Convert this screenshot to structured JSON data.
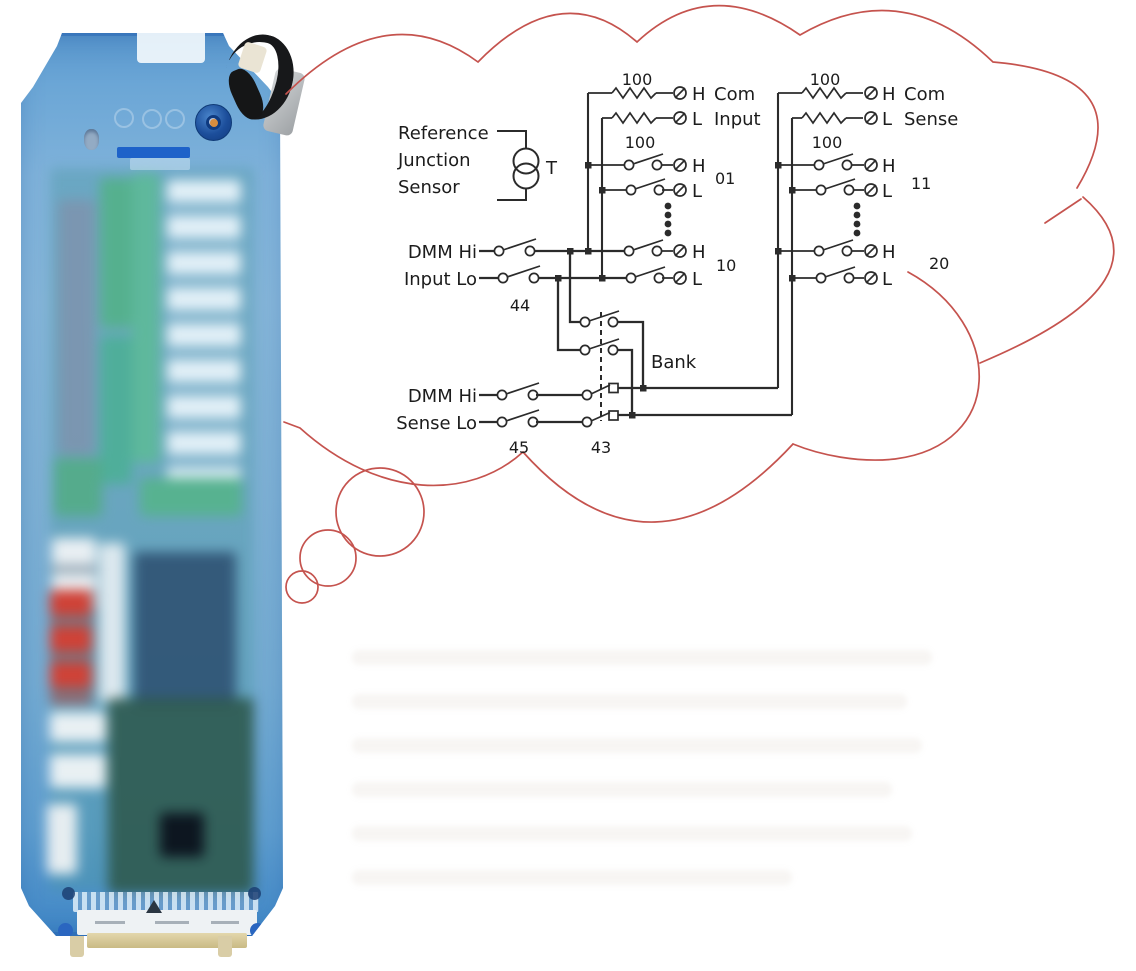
{
  "page": {
    "background_color": "#ffffff"
  },
  "module_photo": {
    "case_color": "#6ba6d6",
    "edge_color": "#2e6db8",
    "knob_color": "#1c4e9b",
    "knob_center_color": "#d78d3f",
    "label_bar_color": "#1e62c9",
    "pcb_green": "#58b093",
    "relay_white": "#e2f0f7",
    "component_red": "#cf4136",
    "latch_black": "#17181a",
    "latch_tab_cream": "#eae4d4",
    "connector_gold": "#d9cda6"
  },
  "cloud": {
    "stroke_color": "#c5534e"
  },
  "circuit": {
    "wire_color": "#2b2b2b",
    "text_color": "#1c1c1c",
    "reference_junction": {
      "line1": "Reference",
      "line2": "Junction",
      "line3": "Sensor",
      "symbol_label": "T"
    },
    "left_bank": {
      "r_top": "100",
      "r_bottom": "100",
      "com_h": "H",
      "com_word": "Com",
      "input_l": "L",
      "input_word": "Input",
      "ch01_h": "H",
      "ch01_l": "L",
      "ch01": "01",
      "ch10_h": "H",
      "ch10_l": "L",
      "ch10": "10"
    },
    "right_bank": {
      "r_top": "100",
      "r_bottom": "100",
      "com_h": "H",
      "com_word": "Com",
      "sense_l": "L",
      "sense_word": "Sense",
      "ch11_h": "H",
      "ch11_l": "L",
      "ch11": "11",
      "ch20_h": "H",
      "ch20_l": "L",
      "ch20": "20"
    },
    "dmm": {
      "input_hi": "DMM Hi",
      "input_lo": "Input Lo",
      "sw44": "44",
      "sense_hi": "DMM Hi",
      "sense_lo": "Sense Lo",
      "sw45": "45",
      "sw43": "43",
      "bank": "Bank"
    }
  }
}
